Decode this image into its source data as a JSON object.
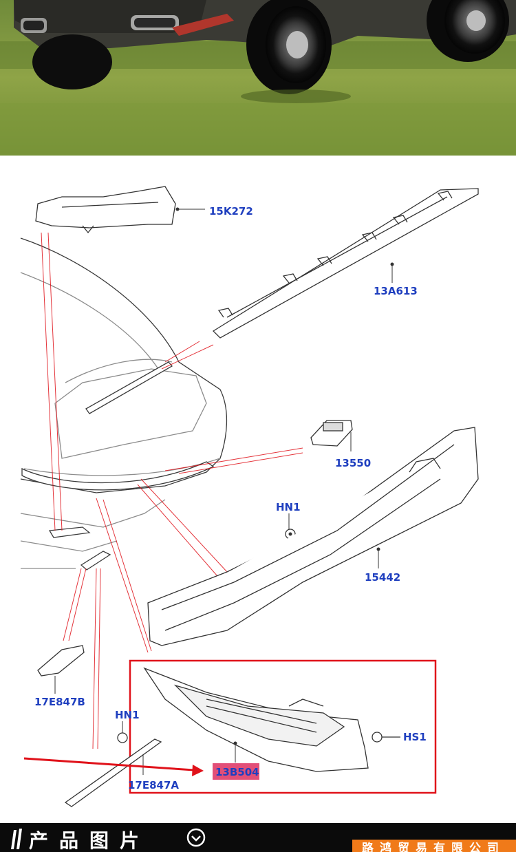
{
  "parts": {
    "p15K272": "15K272",
    "p13A613": "13A613",
    "p13550": "13550",
    "pHN1_top": "HN1",
    "p15442": "15442",
    "p17E847B": "17E847B",
    "pHN1_bottom": "HN1",
    "pHS1": "HS1",
    "p13B504": "13B504",
    "p17E847A": "17E847A"
  },
  "footer": {
    "title": "产品图片",
    "company": "路鸿贸易有限公司"
  },
  "colors": {
    "label_blue": "#1f3fbf",
    "highlight_red": "#e0121a",
    "highlight_fill": "#e24f78",
    "footer_bg": "#0b0b0b",
    "footer_accent": "#f07a19"
  }
}
